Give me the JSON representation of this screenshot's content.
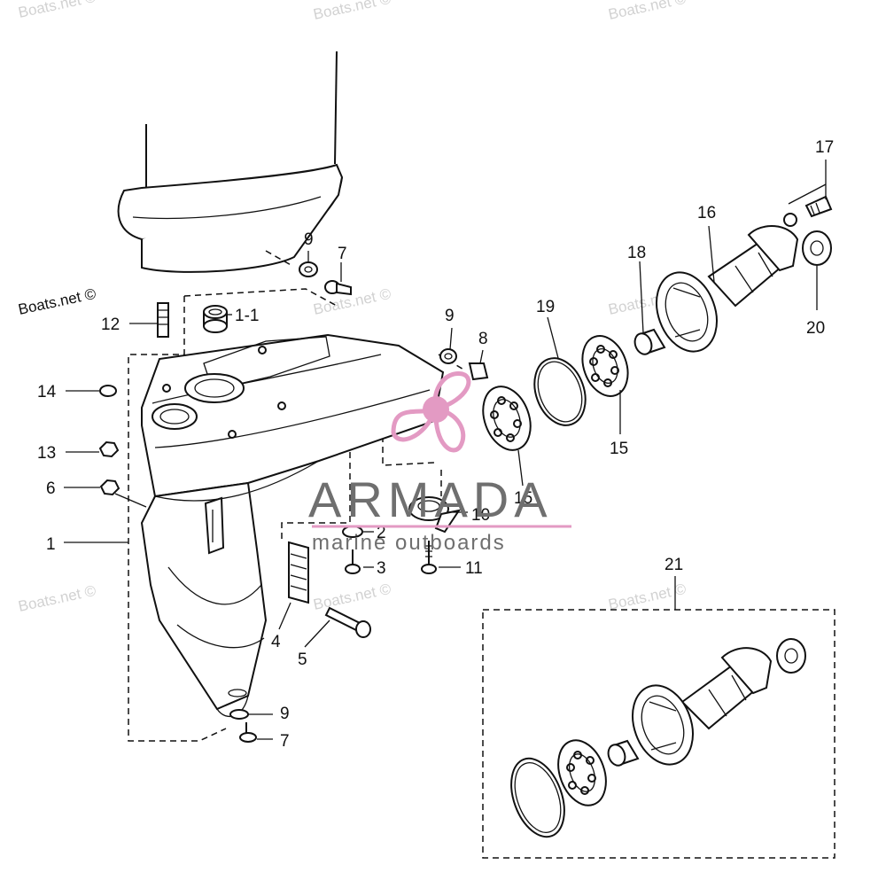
{
  "watermark_text": "Boats.net ©",
  "copyright_text": "Boats.net ©",
  "brand": {
    "name": "ARMADA",
    "tagline": "marine outboards",
    "logo_color": "#e39ac3",
    "text_color": "#6f6f6f"
  },
  "callouts": {
    "c1": "1",
    "c1_1": "1-1",
    "c2": "2",
    "c3": "3",
    "c4": "4",
    "c5": "5",
    "c6": "6",
    "c7a": "7",
    "c7b": "7",
    "c8": "8",
    "c9a": "9",
    "c9b": "9",
    "c9c": "9",
    "c10": "10",
    "c11": "11",
    "c12": "12",
    "c13": "13",
    "c14": "14",
    "c15a": "15",
    "c15b": "15",
    "c16": "16",
    "c17": "17",
    "c18": "18",
    "c19": "19",
    "c20": "20",
    "c21": "21"
  }
}
